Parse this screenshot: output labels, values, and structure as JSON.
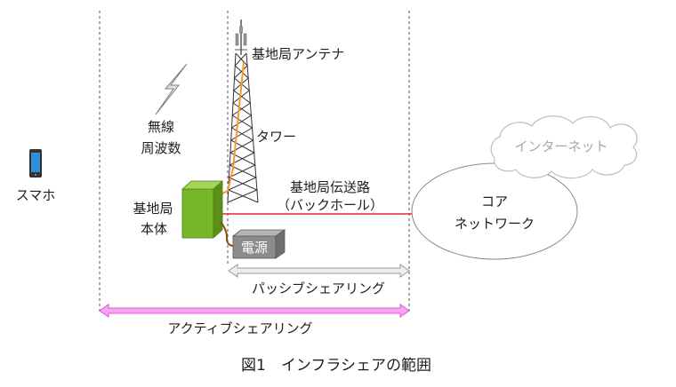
{
  "figure": {
    "caption": "図1　インフラシェアの範囲"
  },
  "nodes": {
    "smartphone": {
      "label": "スマホ",
      "icon": "smartphone-icon"
    },
    "radio": {
      "label_line1": "無線",
      "label_line2": "周波数",
      "icon": "lightning-icon"
    },
    "antenna": {
      "label": "基地局アンテナ"
    },
    "tower": {
      "label": "タワー"
    },
    "base_station": {
      "label_line1": "基地局",
      "label_line2": "本体"
    },
    "power": {
      "label": "電源"
    },
    "backhaul": {
      "label_line1": "基地局伝送路",
      "label_line2": "（バックホール）"
    },
    "core_network": {
      "label_line1": "コア",
      "label_line2": "ネットワーク"
    },
    "internet": {
      "label": "インターネット"
    }
  },
  "ranges": {
    "passive": {
      "label": "パッシブシェアリング"
    },
    "active": {
      "label": "アクティブシェアリング"
    }
  },
  "colors": {
    "base_station_front": "#76b82a",
    "base_station_top": "#a6d45a",
    "base_station_side": "#5a9018",
    "power_front": "#8c8c8c",
    "power_top": "#b4b4b4",
    "power_side": "#6e6e6e",
    "backhaul_line": "#e8262a",
    "feeder_cable": "#f39a2c",
    "power_cable": "#8b4a10",
    "passive_arrow_fill": "#ededed",
    "passive_arrow_stroke": "#9a9a9a",
    "active_arrow_fill": "#f5a6ef",
    "active_arrow_stroke": "#d958cf",
    "phone_screen": "#2f8fd8"
  }
}
